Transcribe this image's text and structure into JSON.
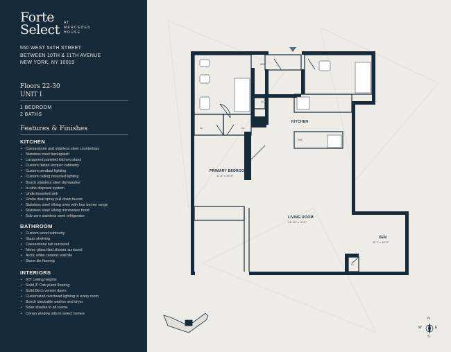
{
  "logo": {
    "main_line1": "Forte",
    "main_line2": "Select",
    "sub_line1": "AT",
    "sub_line2": "MERCEDES",
    "sub_line3": "HOUSE"
  },
  "address": {
    "line1": "550 WEST 54TH STREET",
    "line2": "BETWEEN 10TH & 11TH AVENUE",
    "line3": "NEW YORK, NY 10019"
  },
  "unit": {
    "floors": "Floors 22-30",
    "name": "UNIT I",
    "bedrooms": "1 BEDROOM",
    "baths": "2 BATHS"
  },
  "features_title": "Features & Finishes",
  "sections": {
    "kitchen": {
      "title": "KITCHEN",
      "items": [
        "Caesarstone and stainless steel countertops",
        "Stainless steel backsplash",
        "Lacquered paneled kitchen island",
        "Custom Italian lacquer cabinetry",
        "Custom pendant lighting",
        "Custom ceiling mounted lighting",
        "Bosch stainless steel dishwasher",
        "In-sink disposal system",
        "Undermounted sink",
        "Grohe dual spray pull down faucet",
        "Stainless steel Viking oven with four burner range",
        "Stainless steel Viking microwave hood",
        "Sub-zero stainless steel refrigerator"
      ]
    },
    "bathroom": {
      "title": "BATHROOM",
      "items": [
        "Custom wood cabinetry",
        "Glass shelving",
        "Caesarstone tub surround",
        "Nemo glass tiled shower surround",
        "Arctic white ceramic wall tile",
        "Stone tile flooring"
      ]
    },
    "interiors": {
      "title": "INTERIORS",
      "items": [
        "9'3\" ceiling heights",
        "Solid 3\" Oak plank flooring",
        "Solid Birch veneer doors",
        "Customized overhead lighting in every room",
        "Bosch stackable washer and dryer",
        "Solar shades in all rooms",
        "Corian window sills in select homes"
      ]
    }
  },
  "plan": {
    "rooms": {
      "kitchen": {
        "label": "KITCHEN"
      },
      "primary_bedroom": {
        "label": "PRIMARY BEDROOM",
        "dims": "11'-4\" x 10'-9\""
      },
      "living_room": {
        "label": "LIVING ROOM",
        "dims": "14'-10\" x 19'-2\""
      },
      "den": {
        "label": "DEN",
        "dims": "8'-7\" x 10'-0\""
      }
    },
    "small_labels": {
      "wd": "W/D",
      "dw": "D/W",
      "cl1": "CL",
      "cl2": "CL",
      "cl3": "CL",
      "cl4": "CL"
    }
  },
  "compass": {
    "n": "N",
    "s": "S",
    "e": "E",
    "w": "W"
  },
  "colors": {
    "sidebar": "#172a3a",
    "background": "#eeece6",
    "wall": "#172a3a"
  }
}
